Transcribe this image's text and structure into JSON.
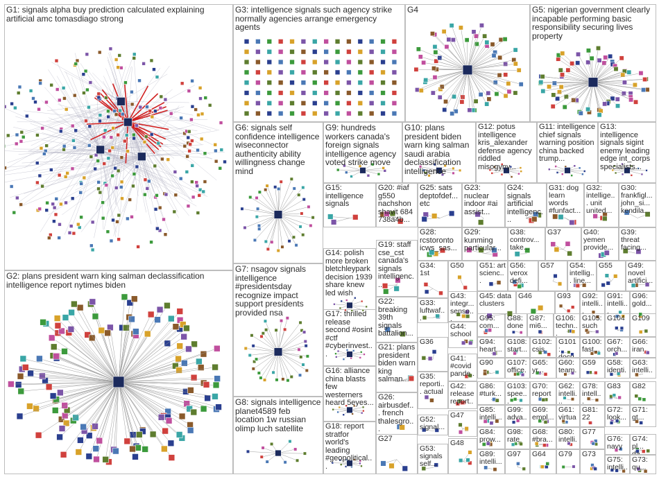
{
  "groups": [
    {
      "id": "g1",
      "label": "G1: signals alpha buy prediction calculated explaining artificial amc tomasdiago strong"
    },
    {
      "id": "g2",
      "label": "G2: plans president warn king salman declassification intelligence report nytimes biden"
    },
    {
      "id": "g3",
      "label": "G3: intelligence signals such agency strike normally agencies arrange emergency agents"
    },
    {
      "id": "g4",
      "label": "G4"
    },
    {
      "id": "g5",
      "label": "G5: nigerian government clearly incapable performing basic responsibility securing lives property"
    },
    {
      "id": "g6",
      "label": "G6: signals self confidence intelligence wiseconnector authenticity ability willingness change mind"
    },
    {
      "id": "g7",
      "label": "G7: nsagov signals intelligence #presidentsday recognize impact support presidents provided nsa"
    },
    {
      "id": "g8",
      "label": "G8: signals intelligence planet4589 feb location 1w russian olimp luch satellite"
    },
    {
      "id": "g9",
      "label": "G9: hundreds workers canada's foreign signals intelligence agency voted strike move"
    },
    {
      "id": "g10",
      "label": "G10: plans president biden warn king salman saudi arabia declassification intelligence"
    },
    {
      "id": "g12",
      "label": "G12: potus intelligence kris_alexander defense agency riddled misogyny..."
    },
    {
      "id": "g11",
      "label": "G11: intelligence chief signals warning position china backed trump..."
    },
    {
      "id": "g13",
      "label": "G13: intelligence signals sigint enemy leading edge int_corps specialists..."
    },
    {
      "id": "g15",
      "label": "G15: intelligence signals"
    },
    {
      "id": "g20",
      "label": "G20: #iaf g550 nachshon shavit 684 738a4b..."
    },
    {
      "id": "g25",
      "label": "G25: sats deptofdef... etc"
    },
    {
      "id": "g23",
      "label": "G23: nuclear indoor #ai assist..."
    },
    {
      "id": "g24",
      "label": "G24: signals artificial intelligenc..."
    },
    {
      "id": "g31",
      "label": "G31: dog learn words #funfact..."
    },
    {
      "id": "g32",
      "label": "G32: intellige... unit united..."
    },
    {
      "id": "g30",
      "label": "G30: frankfigl... john_si... kendila..."
    },
    {
      "id": "g28",
      "label": "G28: rcstoronto icws_sas..."
    },
    {
      "id": "g29",
      "label": "G29: kunming particular..."
    },
    {
      "id": "g38",
      "label": "G38: controv... take..."
    },
    {
      "id": "g37",
      "label": "G37"
    },
    {
      "id": "g40",
      "label": "G40: yemen provide..."
    },
    {
      "id": "g39",
      "label": "G39: threat facing..."
    },
    {
      "id": "g14",
      "label": "G14: polish more broken bletchleypark decision 1939 share knew led wish"
    },
    {
      "id": "g19",
      "label": "G19: staff cse_cst canada's signals intelligenc..."
    },
    {
      "id": "g34",
      "label": "G34: 1st"
    },
    {
      "id": "g50",
      "label": "G50"
    },
    {
      "id": "g51",
      "label": "G51: art scienc..."
    },
    {
      "id": "g56",
      "label": "G56: verox defi..."
    },
    {
      "id": "g57",
      "label": "G57"
    },
    {
      "id": "g54",
      "label": "G54: intellig... line..."
    },
    {
      "id": "g55",
      "label": "G55"
    },
    {
      "id": "g49",
      "label": "G49: novel artifici..."
    },
    {
      "id": "g43",
      "label": "G43: integr... senso..."
    },
    {
      "id": "g45",
      "label": "G45: data clusters"
    },
    {
      "id": "g46",
      "label": "G46"
    },
    {
      "id": "g93",
      "label": "G93"
    },
    {
      "id": "g92",
      "label": "G92: intelli..."
    },
    {
      "id": "g91",
      "label": "G91: intelli..."
    },
    {
      "id": "g96",
      "label": "G96: gold..."
    },
    {
      "id": "g33",
      "label": "G33: luftwaf..."
    },
    {
      "id": "g44",
      "label": "G44: school"
    },
    {
      "id": "g95",
      "label": "G95: com..."
    },
    {
      "id": "g88",
      "label": "G88: done"
    },
    {
      "id": "g87",
      "label": "G87: mi6..."
    },
    {
      "id": "g106",
      "label": "G106: techn..."
    },
    {
      "id": "g105",
      "label": "G105: such"
    },
    {
      "id": "g104",
      "label": "G104"
    },
    {
      "id": "g109",
      "label": "G109"
    },
    {
      "id": "g17",
      "label": "G17: thrilled release second #osint #ctf #cyberinvest..."
    },
    {
      "id": "g22",
      "label": "G22: breaking 39th signals battalion..."
    },
    {
      "id": "g36",
      "label": "G36"
    },
    {
      "id": "g94",
      "label": "G94: heart..."
    },
    {
      "id": "g108",
      "label": "G108: start..."
    },
    {
      "id": "g102",
      "label": "G102: csis"
    },
    {
      "id": "g101",
      "label": "G101: docu..."
    },
    {
      "id": "g100",
      "label": "G100: fast..."
    },
    {
      "id": "g67",
      "label": "G67: orch..."
    },
    {
      "id": "g66",
      "label": "G66: iran"
    },
    {
      "id": "g41",
      "label": "G41: #covid pande..."
    },
    {
      "id": "g90",
      "label": "G90"
    },
    {
      "id": "g107",
      "label": "G107: office..."
    },
    {
      "id": "g65",
      "label": "G65: yr..."
    },
    {
      "id": "g60",
      "label": "G60: team..."
    },
    {
      "id": "g59",
      "label": "G59"
    },
    {
      "id": "g58",
      "label": "G58: identi..."
    },
    {
      "id": "g63",
      "label": "G63: intelli..."
    },
    {
      "id": "g16",
      "label": "G16: alliance china blasts few westerners heard 5eyes..."
    },
    {
      "id": "g21",
      "label": "G21: plans president biden warn king salman..."
    },
    {
      "id": "g35",
      "label": "G35: reporti... actual"
    },
    {
      "id": "g42",
      "label": "G42: release report..."
    },
    {
      "id": "g86",
      "label": "G86: #turk..."
    },
    {
      "id": "g103",
      "label": "G103: spee..."
    },
    {
      "id": "g70",
      "label": "G70: report"
    },
    {
      "id": "g62",
      "label": "G62: intelli..."
    },
    {
      "id": "g78",
      "label": "G78: intell..."
    },
    {
      "id": "g83",
      "label": "G83"
    },
    {
      "id": "g82",
      "label": "G82"
    },
    {
      "id": "g26",
      "label": "G26: airbusdef... french thalesgro..."
    },
    {
      "id": "g47",
      "label": "G47"
    },
    {
      "id": "g85",
      "label": "G85: intelli..."
    },
    {
      "id": "g99",
      "label": "G99: adva..."
    },
    {
      "id": "g69",
      "label": "G69: empl..."
    },
    {
      "id": "g61",
      "label": "G61: virtua..."
    },
    {
      "id": "g81",
      "label": "G81: 22"
    },
    {
      "id": "g72",
      "label": "G72: look..."
    },
    {
      "id": "g71",
      "label": "G71: gt..."
    },
    {
      "id": "g52",
      "label": "G52: signal..."
    },
    {
      "id": "g18",
      "label": "G18: report stratfor world's leading #geopolitical..."
    },
    {
      "id": "g27",
      "label": "G27"
    },
    {
      "id": "g84",
      "label": "G84: prow..."
    },
    {
      "id": "g98",
      "label": "G98: rate"
    },
    {
      "id": "g68",
      "label": "G68: #bra..."
    },
    {
      "id": "g80",
      "label": "G80: intelli..."
    },
    {
      "id": "g77",
      "label": "G77"
    },
    {
      "id": "g76",
      "label": "G76: navy"
    },
    {
      "id": "g74",
      "label": "G74: pl... da..."
    },
    {
      "id": "g53",
      "label": "G53: signals self..."
    },
    {
      "id": "g48",
      "label": "G48"
    },
    {
      "id": "g89",
      "label": "G89: intelli..."
    },
    {
      "id": "g97",
      "label": "G97"
    },
    {
      "id": "g64",
      "label": "G64"
    },
    {
      "id": "g79",
      "label": "G79"
    },
    {
      "id": "g73",
      "label": "G73"
    },
    {
      "id": "g75",
      "label": "G75: intelli..."
    },
    {
      "id": "g73b",
      "label": "G73: qu..."
    }
  ],
  "node_colors": [
    "#2a3f8f",
    "#4a78b5",
    "#3c9a3c",
    "#d0413d",
    "#d8a22a",
    "#7c55a8",
    "#3aa6a6",
    "#c04f9e",
    "#5e7d2f",
    "#8a5a2b"
  ]
}
